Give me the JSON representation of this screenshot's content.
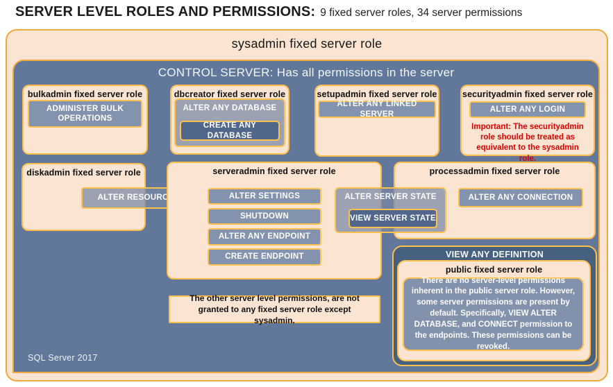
{
  "header": {
    "title": "SERVER LEVEL ROLES AND PERMISSIONS:",
    "subtitle": "9 fixed server roles, 34 server permissions"
  },
  "sysadmin_label": "sysadmin fixed server role",
  "control_server_label": "CONTROL SERVER: Has all permissions in the server",
  "footer": "SQL Server 2017",
  "roles": {
    "bulkadmin": {
      "title": "bulkadmin fixed server role",
      "perm": "ADMINISTER  BULK OPERATIONS"
    },
    "dbcreator": {
      "title": "dbcreator fixed server role",
      "perm_outer": "ALTER ANY DATABASE",
      "perm_inner": "CREATE ANY DATABASE"
    },
    "setupadmin": {
      "title": "setupadmin fixed server role",
      "perm": "ALTER ANY LINKED SERVER"
    },
    "securityadmin": {
      "title": "securityadmin fixed server role",
      "perm": "ALTER ANY LOGIN",
      "note": "Important: The securityadmin role should be treated as equivalent to the sysadmin role."
    },
    "diskadmin": {
      "title": "diskadmin fixed server role",
      "perm": "ALTER RESOURCES"
    },
    "serveradmin": {
      "title": "serveradmin fixed server role",
      "perms": [
        "ALTER SETTINGS",
        "SHUTDOWN",
        "ALTER ANY ENDPOINT",
        "CREATE ENDPOINT"
      ]
    },
    "processadmin": {
      "title": "processadmin fixed server role",
      "perm": "ALTER ANY CONNECTION"
    },
    "public": {
      "title": "public fixed server role",
      "note": "There are no server-level permissions inherent in the public server role. However, some server permissions are present by default. Specifically, VIEW ALTER DATABASE, and CONNECT permission to the endpoints. These permissions can be revoked."
    }
  },
  "shared_permissions": {
    "alter_server_state": "ALTER SERVER STATE",
    "view_server_state": "VIEW SERVER STATE",
    "view_any_definition": "VIEW ANY DEFINITION"
  },
  "notes": {
    "other_permissions": "The other server level permissions,  are not granted to any fixed server role except sysadmin."
  },
  "colors": {
    "peach": "#FBE5D2",
    "control_blue": "#61789B",
    "permission_blue": "#8392AD",
    "nested_permission_blue": "#50668A",
    "definition_blue": "#46607F",
    "gold_border": "#EFA93D",
    "gold_border_bright": "#FFC14D",
    "warning_red": "#E00000"
  }
}
